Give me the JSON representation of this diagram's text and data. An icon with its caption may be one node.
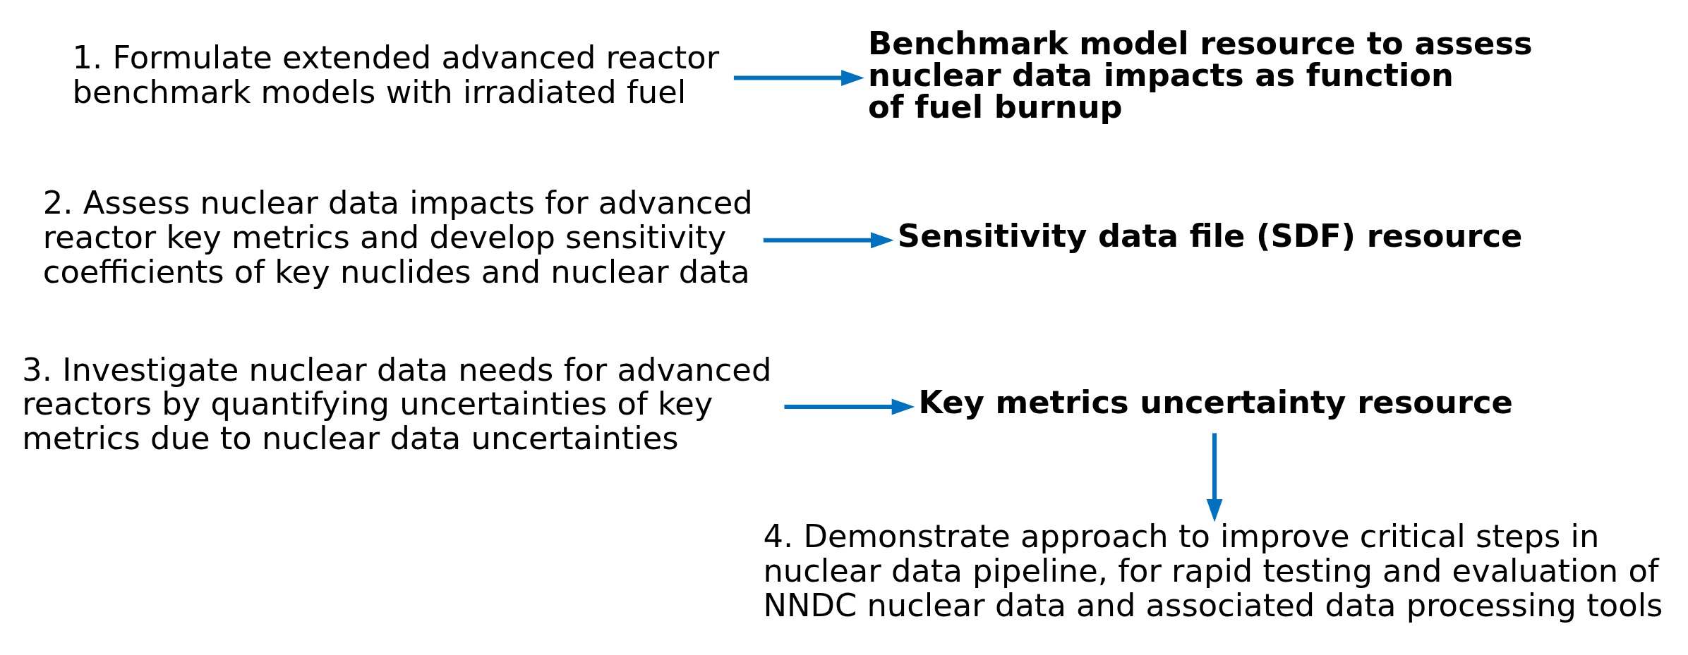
{
  "diagram": {
    "nodes": [
      {
        "text": [
          "1. Formulate extended advanced reactor benchmark models with irradiated fuel"
        ]
      },
      {
        "text": [
          "Benchmark model resource to assess nuclear data impacts as function of fuel burnup"
        ]
      },
      {
        "text": [
          "2. Assess nuclear data impacts for advanced reactor key metrics and develop sensitivity coefficients of key nuclides and nuclear data"
        ]
      },
      {
        "text": [
          "Sensitivity data file (SDF) resource"
        ]
      },
      {
        "text": [
          "3. Investigate nuclear data needs for advanced reactors by quantifying uncertainties of key metrics due to nuclear data uncertainties"
        ]
      },
      {
        "text": [
          "Key metrics uncertainty resource"
        ]
      },
      {
        "text": [
          "4. Demonstrate approach to improve critical steps in nuclear data pipeline, for rapid testing and evaluation of NNDC nuclear data and associated data processing tools"
        ]
      }
    ],
    "edges": [
      {
        "from": 0,
        "to": 1,
        "arrow": "to"
      },
      {
        "from": 2,
        "to": 3,
        "arrow": "to"
      },
      {
        "from": 4,
        "to": 5,
        "arrow": "to"
      },
      {
        "from": 5,
        "to": 6,
        "arrow": "to"
      }
    ]
  }
}
